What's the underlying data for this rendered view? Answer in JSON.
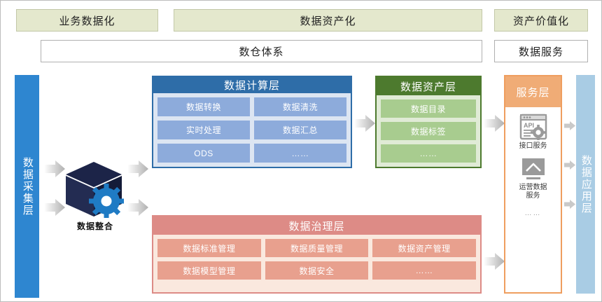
{
  "top_banners": [
    {
      "label": "业务数据化"
    },
    {
      "label": "数据资产化"
    },
    {
      "label": "资产价值化"
    }
  ],
  "sub_banners": [
    {
      "label": "数仓体系"
    },
    {
      "label": "数据服务"
    }
  ],
  "collection_layer": {
    "label": "数据采集层",
    "color": "#2e86d0"
  },
  "integration": {
    "label": "数据整合",
    "cube_color": "#1c2448",
    "gear_color": "#1f7bc4"
  },
  "compute_layer": {
    "title": "数据计算层",
    "color": "#2e6da8",
    "cells": [
      "数据转换",
      "数据清洗",
      "实时处理",
      "数据汇总",
      "ODS",
      "……"
    ]
  },
  "asset_layer": {
    "title": "数据资产层",
    "color": "#4d7a2e",
    "cells": [
      "数据目录",
      "数据标签",
      "……"
    ]
  },
  "governance_layer": {
    "title": "数据治理层",
    "color": "#dd8b86",
    "cells": [
      "数据标准管理",
      "数据质量管理",
      "数据资产管理",
      "数据模型管理",
      "数据安全",
      "……"
    ]
  },
  "service_layer": {
    "title": "服务层",
    "color": "#f0ac76",
    "items": [
      {
        "icon": "api-window-icon",
        "label": "接口服务"
      },
      {
        "icon": "monitor-chart-icon",
        "label": "运营数据\n服务"
      }
    ],
    "more": "……"
  },
  "application_layer": {
    "label": "数据应用层",
    "color": "#a9cce4"
  }
}
